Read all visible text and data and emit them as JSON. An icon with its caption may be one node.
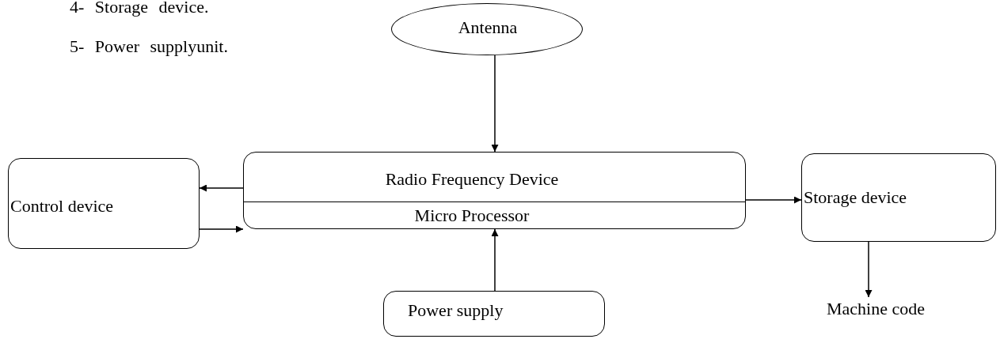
{
  "diagram": {
    "nodes": [
      {
        "text": [
          "Antenna"
        ]
      },
      {
        "text": [
          "Control device"
        ]
      },
      {
        "text": [
          "Radio Frequency Device",
          "Micro Processor"
        ]
      },
      {
        "text": [
          "Storage device"
        ]
      },
      {
        "text": [
          "Power supply"
        ]
      },
      {
        "text": [
          "Machine code"
        ]
      }
    ],
    "edges": [
      {
        "from": 0,
        "to": 2,
        "arrow": "to"
      },
      {
        "from": 2,
        "to": 1,
        "arrow": "to"
      },
      {
        "from": 1,
        "to": 2,
        "arrow": "to"
      },
      {
        "from": 2,
        "to": 3,
        "arrow": "to"
      },
      {
        "from": 4,
        "to": 2,
        "arrow": "to"
      },
      {
        "from": 3,
        "to": 5,
        "arrow": "to"
      }
    ],
    "labels": [
      "4- Storage device.",
      "5- Power supplyunit."
    ]
  }
}
